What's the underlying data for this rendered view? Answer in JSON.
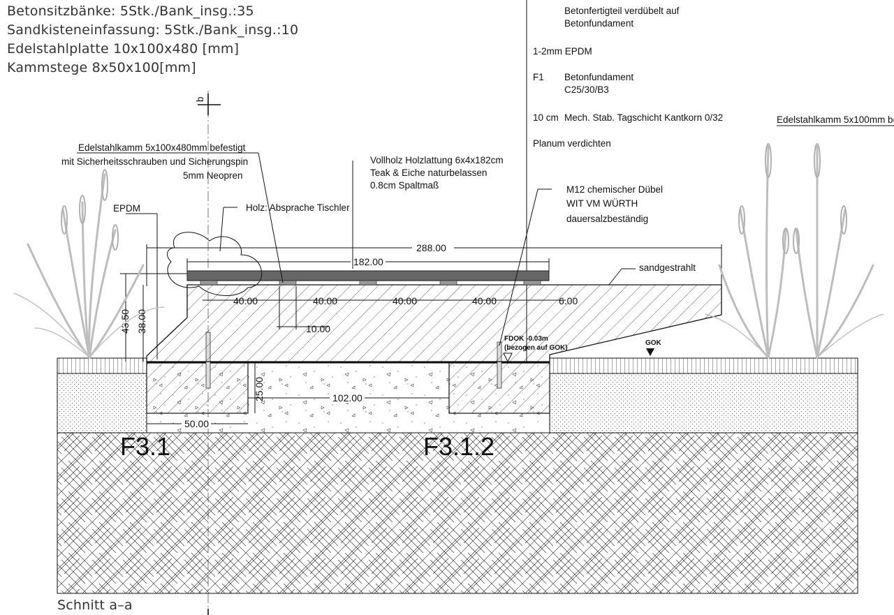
{
  "header_notes": [
    "Betonsitzbänke: 5Stk./Bank_insg.:35",
    "Sandkisteneinfassung: 5Stk./Bank_insg.:10",
    "Edelstahlplatte 10x100x480 [mm]",
    "Kammstege 8x50x100[mm]"
  ],
  "legend": {
    "line1a": "Betonfertigteil verdübelt auf",
    "line1b": "Betonfundament",
    "line2": "1-2mm EPDM",
    "line3_code": "F1",
    "line3a": "Betonfundament",
    "line3b": "C25/30/B3",
    "line4_code": "10 cm",
    "line4": "Mech. Stab. Tagschicht Kantkorn 0/32",
    "line5": "Planum verdichten",
    "right_note": "Edelstahlkamm 5x100mm be"
  },
  "section_marker": "b",
  "labels": {
    "edelstahl_1": "Edelstahlkamm 5x100x480mm befestigt",
    "edelstahl_2": "mit Sicherheitsschrauben und Sicherungspin",
    "edelstahl_3": "5mm Neopren",
    "epdm": "EPDM",
    "holz": "Holz: Absprache Tischler",
    "vollholz_1": "Vollholz Holzlattung 6x4x182cm",
    "vollholz_2": "Teak & Eiche naturbelassen",
    "vollholz_3": "0.8cm Spaltmaß",
    "m12_1": "M12 chemischer Dübel",
    "m12_2": "WIT VM WÜRTH",
    "m12_3": "dauersalzbeständig",
    "sandgestrahlt": "sandgestrahlt",
    "fdok_1": "FDOK -0.03m",
    "fdok_2": "(bezogen auf GOK)",
    "gok": "GOK",
    "f31": "F3.1",
    "f312": "F3.1.2",
    "caption": "Schnitt a–a"
  },
  "dimensions": {
    "d288": "288.00",
    "d182": "182.00",
    "d40a": "40.00",
    "d40b": "40.00",
    "d40c": "40.00",
    "d40d": "40.00",
    "d6": "6.00",
    "d10": "10.00",
    "d4350": "43.50",
    "d38": "38.00",
    "d25": "25.00",
    "d102": "102.00",
    "d50": "50.00"
  }
}
